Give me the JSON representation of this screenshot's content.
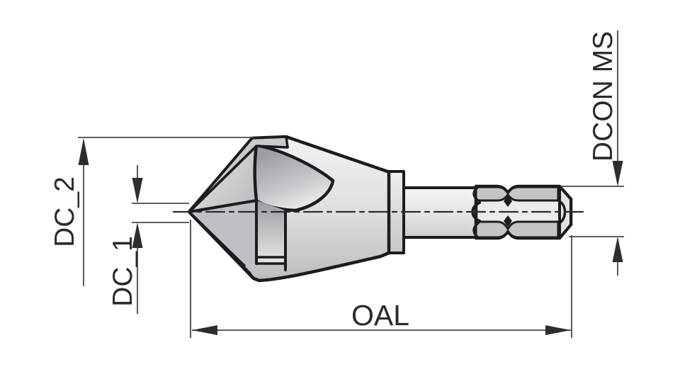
{
  "labels": {
    "dc2": "DC_2",
    "dc1": "DC_1",
    "oal": "OAL",
    "dcon": "DCON MS"
  },
  "colors": {
    "background": "#ffffff",
    "outline": "#1c1c1e",
    "dimension_line": "#47474b",
    "arrow_fill": "#2e2e30",
    "label_text": "#2a2a2c",
    "fill_light": "#f1f1f3",
    "fill_mid": "#c4c4c9",
    "fill_dark": "#94949b"
  }
}
